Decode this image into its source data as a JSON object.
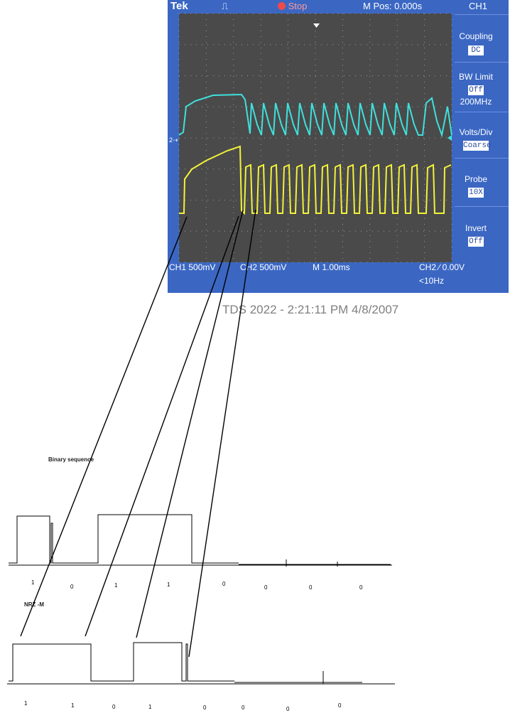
{
  "scope": {
    "brand": "Tek",
    "trigger_mode": "Stop",
    "m_pos": "M Pos: 0.000s",
    "channel": "CH1",
    "menu": [
      {
        "label": "Coupling",
        "value": "DC"
      },
      {
        "label": "BW Limit",
        "value": "Off",
        "extra": "200MHz"
      },
      {
        "label": "Volts/Div",
        "value": "Coarse"
      },
      {
        "label": "Probe",
        "value": "10X"
      },
      {
        "label": "Invert",
        "value": "Off"
      }
    ],
    "footer": {
      "ch1": "CH1  500mV",
      "ch2": "CH2  500mV",
      "timebase": "M 1.00ms",
      "trigger": "CH2 ∕ 0.00V",
      "freq": "<10Hz"
    },
    "colors": {
      "ch1": "#f2f23a",
      "ch2": "#3fe0dc"
    }
  },
  "caption": "TDS 2022 - 2:21:11 PM   4/8/2007",
  "binary": {
    "title": "Binary sequence",
    "bits": [
      "1",
      "0",
      "1",
      "1",
      "0",
      "0",
      "0",
      "0"
    ]
  },
  "nrzm": {
    "title": "NRZ -M",
    "bits": [
      "1",
      "1",
      "0",
      "1",
      "0",
      "0",
      "0",
      "0"
    ]
  }
}
